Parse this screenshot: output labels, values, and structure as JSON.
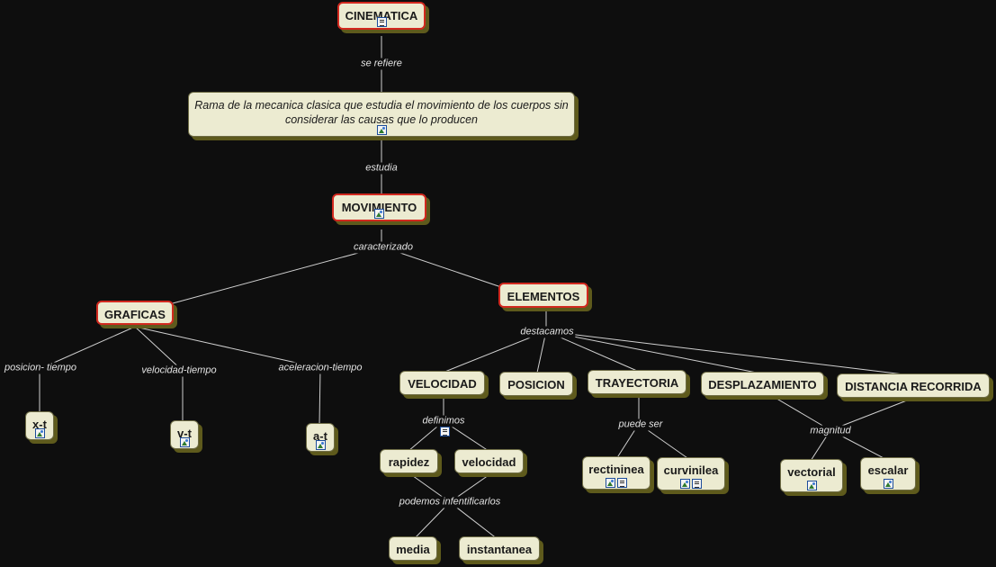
{
  "nodes": {
    "cinematica": "CINEMATICA",
    "rama": "Rama de la mecanica clasica que estudia el movimiento de los cuerpos sin considerar las causas que lo producen",
    "movimiento": "MOVIMIENTO",
    "graficas": "GRAFICAS",
    "elementos": "ELEMENTOS",
    "xt": "x-t",
    "vt": "v-t",
    "at": "a-t",
    "velocidad_el": "VELOCIDAD",
    "posicion": "POSICION",
    "trayectoria": "TRAYECTORIA",
    "desplazamiento": "DESPLAZAMIENTO",
    "distancia": "DISTANCIA RECORRIDA",
    "rapidez": "rapidez",
    "velocidad": "velocidad",
    "media": "media",
    "instantanea": "instantanea",
    "rectininea": "rectininea",
    "curvinilea": "curvinilea",
    "vectorial": "vectorial",
    "escalar": "escalar"
  },
  "links": {
    "se_refiere": "se refiere",
    "estudia": "estudia",
    "caracterizado": "caracterizado",
    "posicion_tiempo": "posicion- tiempo",
    "velocidad_tiempo": "velocidad-tiempo",
    "aceleracion_tiempo": "aceleracion-tiempo",
    "destacamos": "destacamos",
    "definimos": "definimos",
    "podemos": "podemos infentificarlos",
    "puede_ser": "puede ser",
    "magnitud": "magnitud"
  },
  "colors": {
    "background": "#0e0e0e",
    "node_fill": "#ecebd1",
    "node_shadow": "#5e5a1c",
    "key_border": "#d2291f",
    "connector": "#cfcfcf",
    "label_text": "#e4e4e4"
  },
  "icons": {
    "document": "document-icon",
    "image": "image-icon"
  }
}
